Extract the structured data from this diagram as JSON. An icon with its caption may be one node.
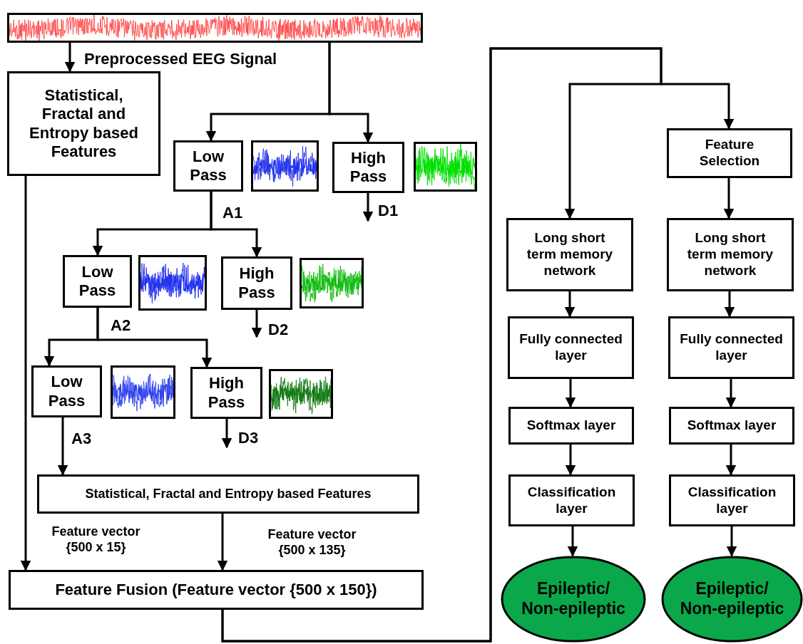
{
  "diagram": {
    "nodes": [
      {
        "text": [],
        "shape": "picture"
      },
      {
        "text": [
          "Statistical, Fractal and Entropy based Features"
        ]
      },
      {
        "text": [
          "Low Pass"
        ]
      },
      {
        "text": [],
        "shape": "picture"
      },
      {
        "text": [
          "High Pass"
        ]
      },
      {
        "text": [],
        "shape": "picture"
      },
      {
        "text": [
          "Low Pass"
        ]
      },
      {
        "text": [],
        "shape": "picture"
      },
      {
        "text": [
          "High Pass"
        ]
      },
      {
        "text": [],
        "shape": "picture"
      },
      {
        "text": [
          "Low Pass"
        ]
      },
      {
        "text": [],
        "shape": "picture"
      },
      {
        "text": [
          "High Pass"
        ]
      },
      {
        "text": [],
        "shape": "picture"
      },
      {
        "text": [
          "Statistical, Fractal and Entropy based Features"
        ]
      },
      {
        "text": [
          "Feature Fusion (Feature vector {500 x 150})"
        ]
      },
      {
        "text": [
          "Feature Selection"
        ]
      },
      {
        "text": [
          "Long short term memory network"
        ]
      },
      {
        "text": [
          "Long short term memory network"
        ]
      },
      {
        "text": [
          "Fully connected layer"
        ]
      },
      {
        "text": [
          "Fully connected layer"
        ]
      },
      {
        "text": [
          "Softmax layer"
        ]
      },
      {
        "text": [
          "Softmax layer"
        ]
      },
      {
        "text": [
          "Classification layer"
        ]
      },
      {
        "text": [
          "Classification layer"
        ]
      },
      {
        "text": [
          "Epileptic/ Non-epileptic"
        ]
      },
      {
        "text": [
          "Epileptic/ Non-epileptic"
        ]
      }
    ],
    "edges": [
      {
        "from": 0,
        "to": 1,
        "arrow": "to"
      },
      {
        "from": 0,
        "to": 2,
        "arrow": "to"
      },
      {
        "from": 0,
        "to": 4,
        "arrow": "to"
      },
      {
        "from": 4,
        "to": null,
        "arrow": "to",
        "label": "D1"
      },
      {
        "from": 2,
        "to": 6,
        "arrow": "to",
        "label": "A1"
      },
      {
        "from": 2,
        "to": 8,
        "arrow": "to"
      },
      {
        "from": 8,
        "to": null,
        "arrow": "to",
        "label": "D2"
      },
      {
        "from": 6,
        "to": 10,
        "arrow": "to",
        "label": "A2"
      },
      {
        "from": 6,
        "to": 12,
        "arrow": "to"
      },
      {
        "from": 12,
        "to": null,
        "arrow": "to",
        "label": "D3"
      },
      {
        "from": 10,
        "to": 14,
        "arrow": "to",
        "label": "A3"
      },
      {
        "from": 1,
        "to": 15,
        "arrow": "to",
        "label": "Feature vector {500 x 15}"
      },
      {
        "from": 14,
        "to": 15,
        "arrow": "to",
        "label": "Feature vector {500 x 135}"
      },
      {
        "from": 15,
        "to": 17,
        "arrow": "to"
      },
      {
        "from": 15,
        "to": 16,
        "arrow": "to"
      },
      {
        "from": 16,
        "to": 18,
        "arrow": "to"
      },
      {
        "from": 17,
        "to": 19,
        "arrow": "to"
      },
      {
        "from": 18,
        "to": 20,
        "arrow": "to"
      },
      {
        "from": 19,
        "to": 21,
        "arrow": "to"
      },
      {
        "from": 20,
        "to": 22,
        "arrow": "to"
      },
      {
        "from": 21,
        "to": 23,
        "arrow": "to"
      },
      {
        "from": 22,
        "to": 24,
        "arrow": "to"
      },
      {
        "from": 23,
        "to": 25,
        "arrow": "to"
      },
      {
        "from": 24,
        "to": 26,
        "arrow": "to"
      }
    ],
    "labels": [
      "Preprocessed EEG Signal"
    ]
  }
}
